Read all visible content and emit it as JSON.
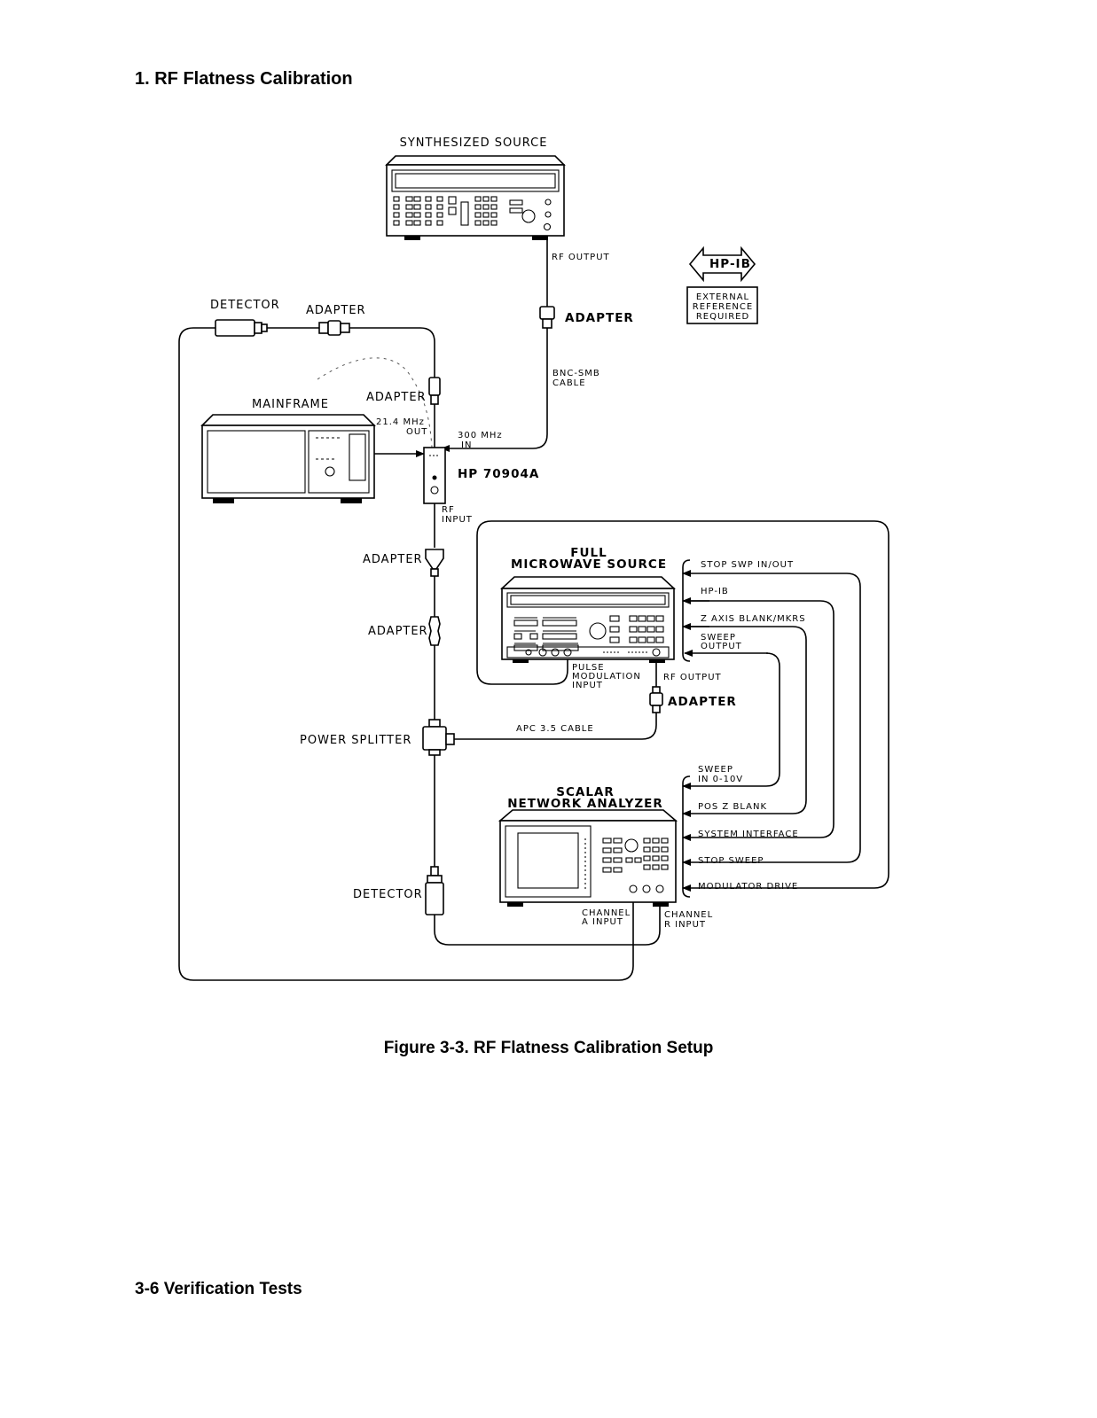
{
  "page": {
    "section_heading": "1. RF Flatness Calibration",
    "figure_caption": "Figure 3-3. RF Flatness Calibration Setup",
    "footer": "3-6   Verification Tests"
  },
  "diagram": {
    "instruments": {
      "synthesized_source": "SYNTHESIZED SOURCE",
      "mainframe": "MAINFRAME",
      "module": "HP 70904A",
      "full_microwave_source_line1": "FULL",
      "full_microwave_source_line2": "MICROWAVE SOURCE",
      "scalar_analyzer_line1": "SCALAR",
      "scalar_analyzer_line2": "NETWORK ANALYZER"
    },
    "components": {
      "detector_top": "DETECTOR",
      "adapter_top": "ADAPTER",
      "adapter_synth": "ADAPTER",
      "adapter_module": "ADAPTER",
      "adapter_rf_input": "ADAPTER",
      "adapter_mid": "ADAPTER",
      "adapter_source_out": "ADAPTER",
      "power_splitter": "POWER SPLITTER",
      "detector_bottom": "DETECTOR"
    },
    "legend": {
      "hpib": "HP-IB",
      "ext_ref_line1": "EXTERNAL",
      "ext_ref_line2": "REFERENCE",
      "ext_ref_line3": "REQUIRED"
    },
    "ports": {
      "rf_output_synth": "RF OUTPUT",
      "bnc_smb_line1": "BNC-SMB",
      "bnc_smb_line2": "CABLE",
      "mhz_21_line1": "21.4 MHz",
      "mhz_21_line2": "OUT",
      "mhz_300_line1": "300 MHz",
      "mhz_300_line2": "IN",
      "rf_input_line1": "RF",
      "rf_input_line2": "INPUT",
      "pulse_mod_line1": "PULSE",
      "pulse_mod_line2": "MODULATION",
      "pulse_mod_line3": "INPUT",
      "rf_output_source": "RF OUTPUT",
      "apc_cable": "APC 3.5 CABLE",
      "channel_a_line1": "CHANNEL",
      "channel_a_line2": "A INPUT",
      "channel_r_line1": "CHANNEL",
      "channel_r_line2": "R INPUT"
    },
    "source_signals": {
      "stop_swp": "STOP SWP IN/OUT",
      "hpib": "HP-IB",
      "z_axis": "Z AXIS BLANK/MKRS",
      "sweep_output_line1": "SWEEP",
      "sweep_output_line2": "OUTPUT"
    },
    "analyzer_signals": {
      "sweep_in_line1": "SWEEP",
      "sweep_in_line2": "IN 0-10V",
      "pos_z_blank": "POS Z BLANK",
      "system_interface": "SYSTEM INTERFACE",
      "stop_sweep": "STOP SWEEP",
      "modulator_drive": "MODULATOR DRIVE"
    }
  }
}
